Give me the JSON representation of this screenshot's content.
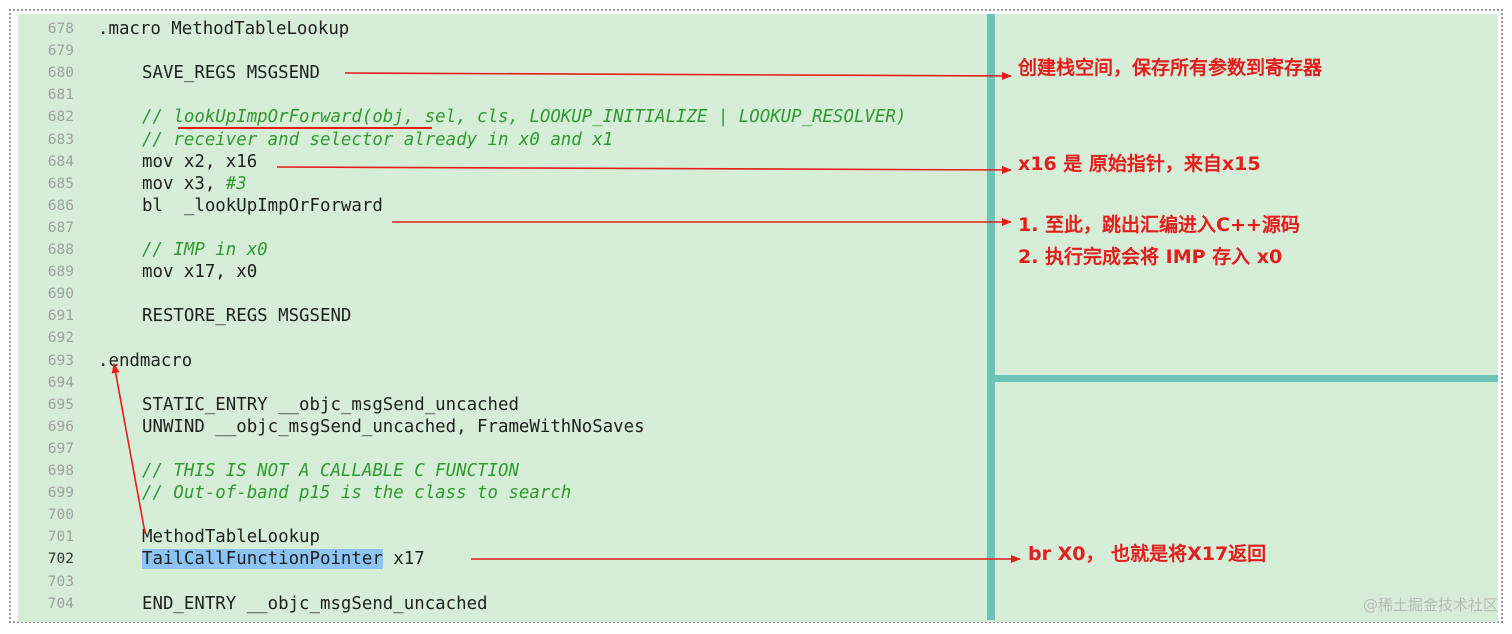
{
  "editor": {
    "lines": [
      {
        "num": "678",
        "indent": 0,
        "kind": "code",
        "text": ".macro MethodTableLookup"
      },
      {
        "num": "679",
        "indent": 0,
        "kind": "code",
        "text": ""
      },
      {
        "num": "680",
        "indent": 1,
        "kind": "code",
        "text": "SAVE_REGS MSGSEND"
      },
      {
        "num": "681",
        "indent": 0,
        "kind": "code",
        "text": ""
      },
      {
        "num": "682",
        "indent": 1,
        "kind": "comment",
        "text": "// lookUpImpOrForward(obj, sel, cls, LOOKUP_INITIALIZE | LOOKUP_RESOLVER)"
      },
      {
        "num": "683",
        "indent": 1,
        "kind": "comment",
        "text": "// receiver and selector already in x0 and x1"
      },
      {
        "num": "684",
        "indent": 1,
        "kind": "code",
        "text": "mov x2, x16"
      },
      {
        "num": "685",
        "indent": 1,
        "kind": "code",
        "text": "mov x3, ",
        "tail_num": "#3"
      },
      {
        "num": "686",
        "indent": 1,
        "kind": "code",
        "text": "bl  _lookUpImpOrForward"
      },
      {
        "num": "687",
        "indent": 0,
        "kind": "code",
        "text": ""
      },
      {
        "num": "688",
        "indent": 1,
        "kind": "comment",
        "text": "// IMP in x0"
      },
      {
        "num": "689",
        "indent": 1,
        "kind": "code",
        "text": "mov x17, x0"
      },
      {
        "num": "690",
        "indent": 0,
        "kind": "code",
        "text": ""
      },
      {
        "num": "691",
        "indent": 1,
        "kind": "code",
        "text": "RESTORE_REGS MSGSEND"
      },
      {
        "num": "692",
        "indent": 0,
        "kind": "code",
        "text": ""
      },
      {
        "num": "693",
        "indent": 0,
        "kind": "code",
        "text": ".endmacro"
      },
      {
        "num": "694",
        "indent": 0,
        "kind": "code",
        "text": ""
      },
      {
        "num": "695",
        "indent": 1,
        "kind": "code",
        "text": "STATIC_ENTRY __objc_msgSend_uncached"
      },
      {
        "num": "696",
        "indent": 1,
        "kind": "code",
        "text": "UNWIND __objc_msgSend_uncached, FrameWithNoSaves"
      },
      {
        "num": "697",
        "indent": 0,
        "kind": "code",
        "text": ""
      },
      {
        "num": "698",
        "indent": 1,
        "kind": "comment",
        "text": "// THIS IS NOT A CALLABLE C FUNCTION"
      },
      {
        "num": "699",
        "indent": 1,
        "kind": "comment",
        "text": "// Out-of-band p15 is the class to search"
      },
      {
        "num": "700",
        "indent": 0,
        "kind": "code",
        "text": ""
      },
      {
        "num": "701",
        "indent": 1,
        "kind": "code",
        "text": "MethodTableLookup"
      },
      {
        "num": "702",
        "indent": 1,
        "kind": "code",
        "highlight": "TailCallFunctionPointer",
        "text": " x17",
        "current": true
      },
      {
        "num": "703",
        "indent": 0,
        "kind": "code",
        "text": ""
      },
      {
        "num": "704",
        "indent": 1,
        "kind": "code",
        "text": "END_ENTRY __objc_msgSend_uncached"
      }
    ]
  },
  "annotations": {
    "save_regs": "创建栈空间，保存所有参数到寄存器",
    "x16": "x16 是 原始指针，来自x15",
    "step1": "1. 至此，跳出汇编进入C++源码",
    "step2": "2. 执行完成会将 IMP 存入 x0",
    "br": "br X0，  也就是将X17返回"
  },
  "colors": {
    "background": "#d6eed8",
    "comment": "#2f9a2f",
    "annotation": "#e41d1d",
    "divider": "#6cc3b6",
    "selection": "#8cc4f5"
  },
  "watermark": "@稀土掘金技术社区"
}
